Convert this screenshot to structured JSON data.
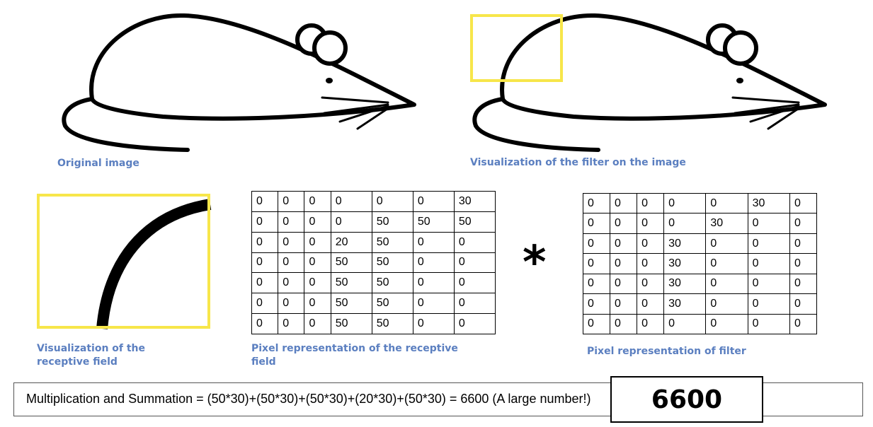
{
  "captions": {
    "original": "Original image",
    "filter_viz": "Visualization of the filter on the image",
    "receptive_viz_line1": "Visualization of the",
    "receptive_viz_line2": "receptive field",
    "pixel_receptive_line1": "Pixel representation  of the receptive",
    "pixel_receptive_line2": "field",
    "pixel_filter": "Pixel representation  of filter"
  },
  "operator": "*",
  "receptive_field": [
    [
      "0",
      "0",
      "0",
      "0",
      "0",
      "0",
      "30"
    ],
    [
      "0",
      "0",
      "0",
      "0",
      "50",
      "50",
      "50"
    ],
    [
      "0",
      "0",
      "0",
      "20",
      "50",
      "0",
      "0"
    ],
    [
      "0",
      "0",
      "0",
      "50",
      "50",
      "0",
      "0"
    ],
    [
      "0",
      "0",
      "0",
      "50",
      "50",
      "0",
      "0"
    ],
    [
      "0",
      "0",
      "0",
      "50",
      "50",
      "0",
      "0"
    ],
    [
      "0",
      "0",
      "0",
      "50",
      "50",
      "0",
      "0"
    ]
  ],
  "filter": [
    [
      "0",
      "0",
      "0",
      "0",
      "0",
      "30",
      "0"
    ],
    [
      "0",
      "0",
      "0",
      "0",
      "30",
      "0",
      "0"
    ],
    [
      "0",
      "0",
      "0",
      "30",
      "0",
      "0",
      "0"
    ],
    [
      "0",
      "0",
      "0",
      "30",
      "0",
      "0",
      "0"
    ],
    [
      "0",
      "0",
      "0",
      "30",
      "0",
      "0",
      "0"
    ],
    [
      "0",
      "0",
      "0",
      "30",
      "0",
      "0",
      "0"
    ],
    [
      "0",
      "0",
      "0",
      "0",
      "0",
      "0",
      "0"
    ]
  ],
  "formula": "Multiplication and Summation = (50*30)+(50*30)+(50*30)+(20*30)+(50*30) = 6600 (A large number!)",
  "result": "6600",
  "colors": {
    "highlight": "#f7e64a",
    "caption": "#5b7fc0"
  }
}
